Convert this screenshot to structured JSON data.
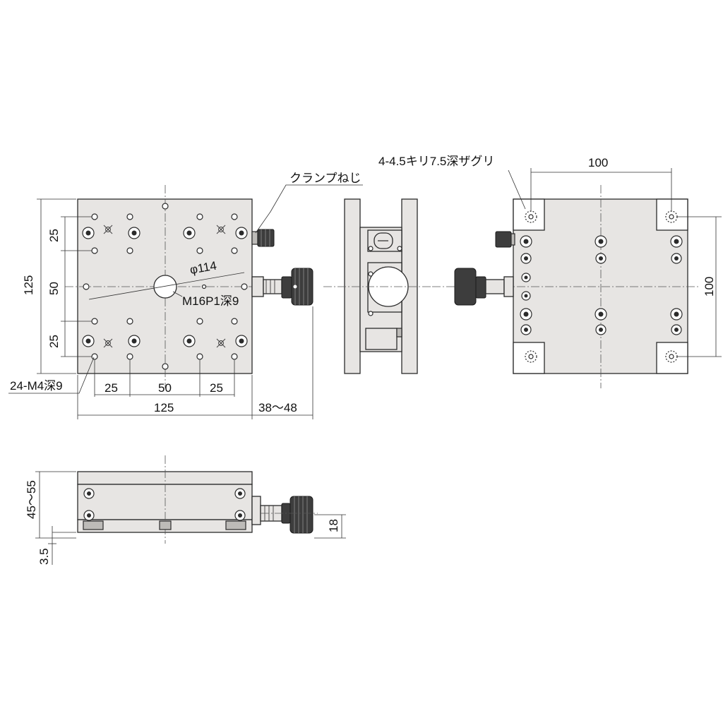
{
  "labels": {
    "clamp_screw": "クランプねじ",
    "counterbore": "4-4.5キリ7.5深ザグリ",
    "bottom_pitch_x": "100",
    "bottom_pitch_y": "100",
    "top_height": "125",
    "top_pitch_25_upper": "25",
    "top_pitch_50": "50",
    "top_pitch_25_lower": "25",
    "center_hole": "M16P1深9",
    "phi": "φ114",
    "tap_holes": "24-M4深9",
    "bottom_25_left": "25",
    "bottom_50": "50",
    "bottom_25_right": "25",
    "width_125": "125",
    "micrometer_range": "38～48",
    "side_height": "45～55",
    "side_knob_height": "18",
    "side_base": "3.5"
  },
  "colors": {
    "body": "#e7e5e3",
    "shade": "#bdbbb8",
    "line": "#2b2b2b"
  }
}
